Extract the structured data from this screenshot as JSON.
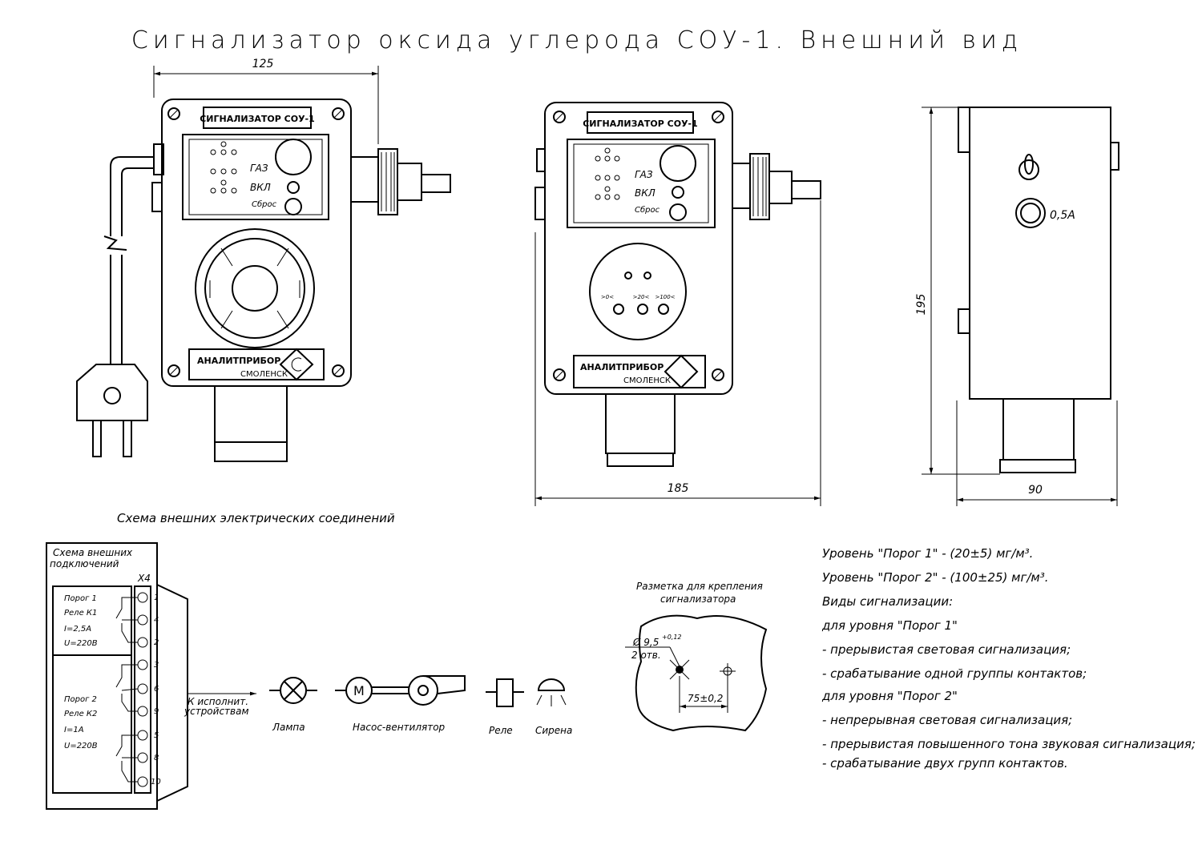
{
  "title": "Сигнализатор оксида углерода СОУ-1. Внешний вид",
  "device": {
    "label": "СИГНАЛИЗАТОР СОУ-1",
    "gas_label": "ГАЗ",
    "on_label": "ВКЛ",
    "reset_label": "Сброс",
    "maker": "АНАЛИТПРИБОР",
    "maker_city": "СМОЛЕНСК",
    "knob_marks": [
      ">0<",
      ">20<",
      ">100<"
    ],
    "fuse_label": "0,5А"
  },
  "dimensions": {
    "width_front": "125",
    "width_total": "185",
    "height": "195",
    "depth": "90"
  },
  "wiring": {
    "section_title": "Схема внешних электрических соединений",
    "box_title_1": "Схема внешних",
    "box_title_2": "подключений",
    "connector": "Х4",
    "pins": [
      "1",
      "4",
      "2",
      "3",
      "6",
      "9",
      "5",
      "8",
      "10"
    ],
    "relay1": [
      "Порог 1",
      "Реле К1",
      "I=2,5А",
      "U=220В"
    ],
    "relay2": [
      "Порог 2",
      "Реле К2",
      "I=1А",
      "U=220В"
    ],
    "to_devices_1": "К исполнит.",
    "to_devices_2": "устройствам",
    "lamp": "Лампа",
    "pump": "Насос-вентилятор",
    "pump_motor_letter": "М",
    "relay": "Реле",
    "siren": "Сирена"
  },
  "mounting": {
    "title_1": "Разметка для крепления",
    "title_2": "сигнализатора",
    "hole_dia": "Ø 9,5",
    "hole_tol": "+0,12",
    "holes": "2 отв.",
    "spacing": "75±0,2"
  },
  "notes": [
    "Уровень \"Порог 1\" - (20±5) мг/м³.",
    "Уровень \"Порог 2\" - (100±25) мг/м³.",
    "Виды сигнализации:",
    "для уровня \"Порог 1\"",
    "- прерывистая световая сигнализация;",
    "- срабатывание одной группы контактов;",
    "для уровня \"Порог 2\"",
    "- непрерывная световая сигнализация;",
    "- прерывистая повышенного тона звуковая сигнализация;",
    "- срабатывание двух групп контактов."
  ]
}
